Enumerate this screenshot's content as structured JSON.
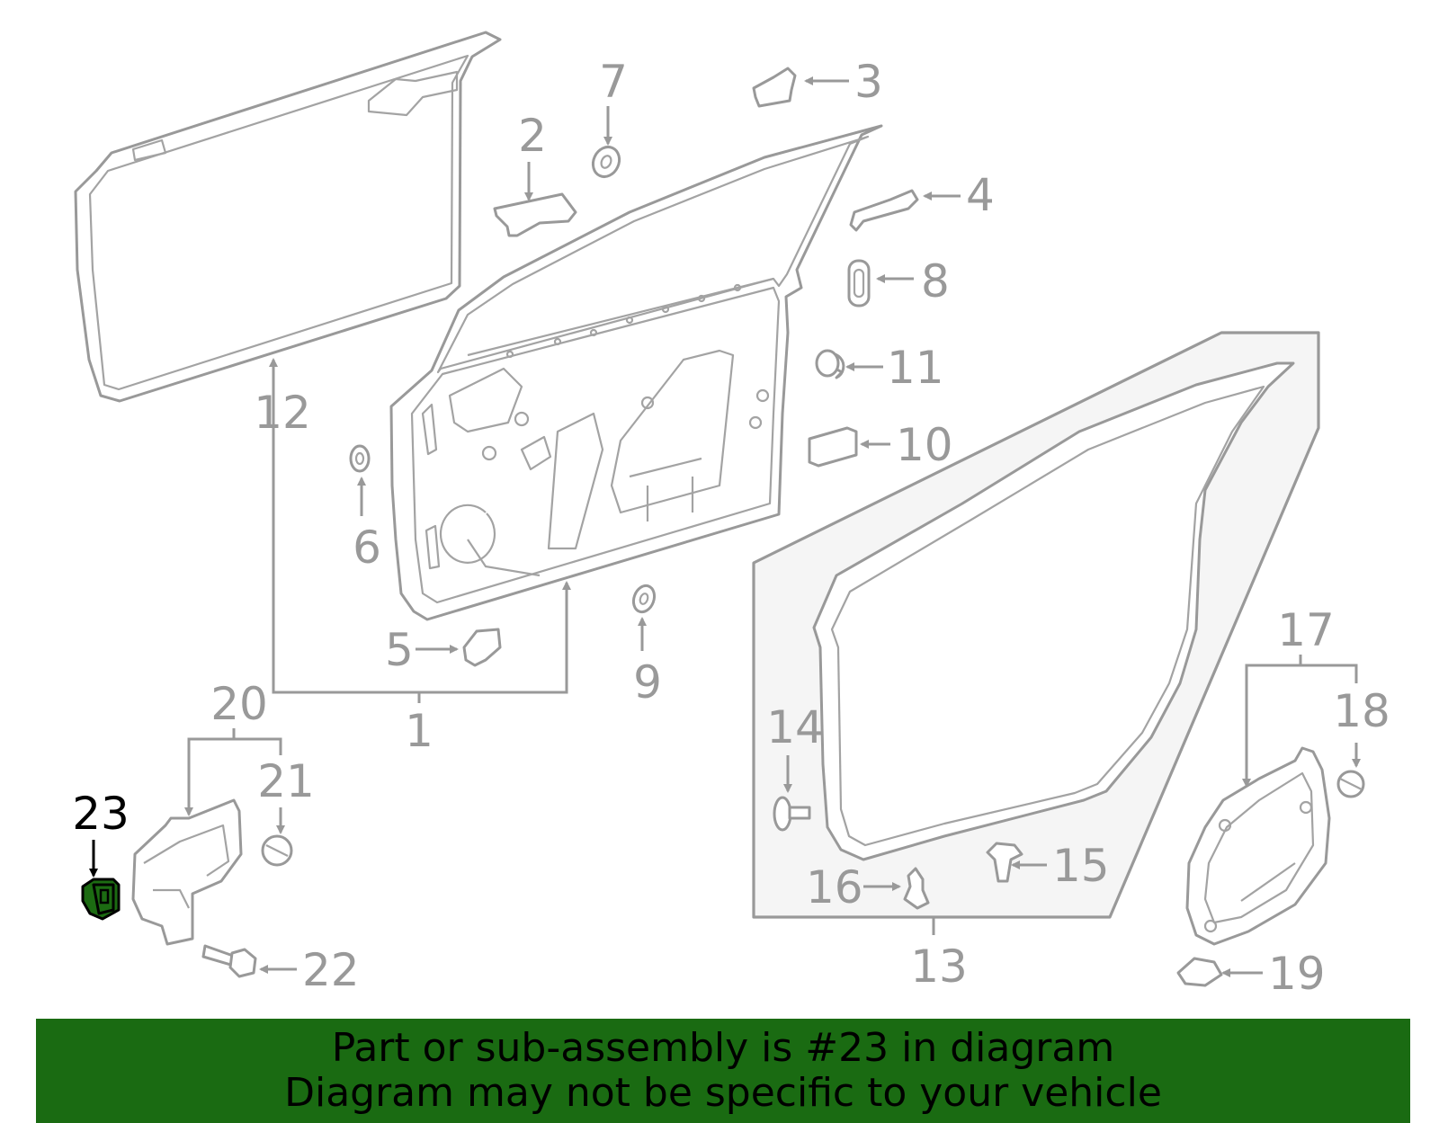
{
  "diagram": {
    "highlight_color": "#1a6b12",
    "part_color": "#999999",
    "callouts": {
      "c1": "1",
      "c2": "2",
      "c3": "3",
      "c4": "4",
      "c5": "5",
      "c6": "6",
      "c7": "7",
      "c8": "8",
      "c9": "9",
      "c10": "10",
      "c11": "11",
      "c12": "12",
      "c13": "13",
      "c14": "14",
      "c15": "15",
      "c16": "16",
      "c17": "17",
      "c18": "18",
      "c19": "19",
      "c20": "20",
      "c21": "21",
      "c22": "22",
      "c23": "23"
    },
    "highlighted_callout": "23"
  },
  "banner": {
    "line1": "Part or sub-assembly is #23 in diagram",
    "line2": "Diagram may not be specific to your vehicle"
  }
}
